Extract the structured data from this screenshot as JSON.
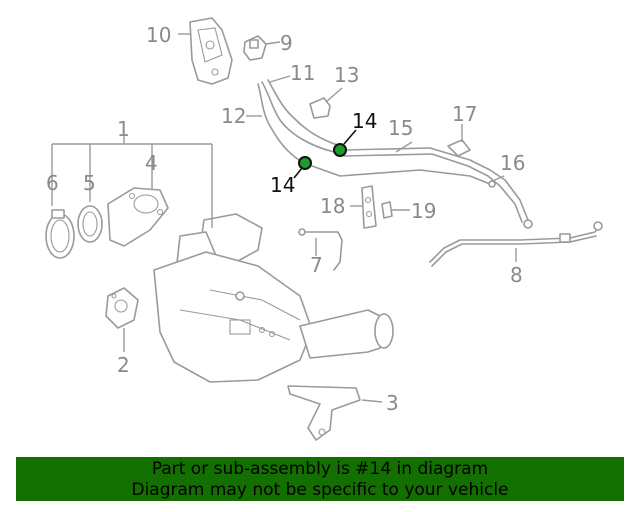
{
  "callouts": [
    {
      "id": "1",
      "highlight": false
    },
    {
      "id": "2",
      "highlight": false
    },
    {
      "id": "3",
      "highlight": false
    },
    {
      "id": "4",
      "highlight": false
    },
    {
      "id": "5",
      "highlight": false
    },
    {
      "id": "6",
      "highlight": false
    },
    {
      "id": "7",
      "highlight": false
    },
    {
      "id": "8",
      "highlight": false
    },
    {
      "id": "9",
      "highlight": false
    },
    {
      "id": "10",
      "highlight": false
    },
    {
      "id": "11",
      "highlight": false
    },
    {
      "id": "12",
      "highlight": false
    },
    {
      "id": "13",
      "highlight": false
    },
    {
      "id": "14",
      "highlight": true
    },
    {
      "id": "15",
      "highlight": false
    },
    {
      "id": "16",
      "highlight": false
    },
    {
      "id": "17",
      "highlight": false
    },
    {
      "id": "18",
      "highlight": false
    },
    {
      "id": "19",
      "highlight": false
    }
  ],
  "banner": {
    "line1": "Part or sub-assembly is #14 in diagram",
    "line2": "Diagram may not be specific to your vehicle",
    "background": "#137000"
  },
  "colors": {
    "highlight_part": "#1f9a2e",
    "diagram_line": "#9a9a9a"
  }
}
